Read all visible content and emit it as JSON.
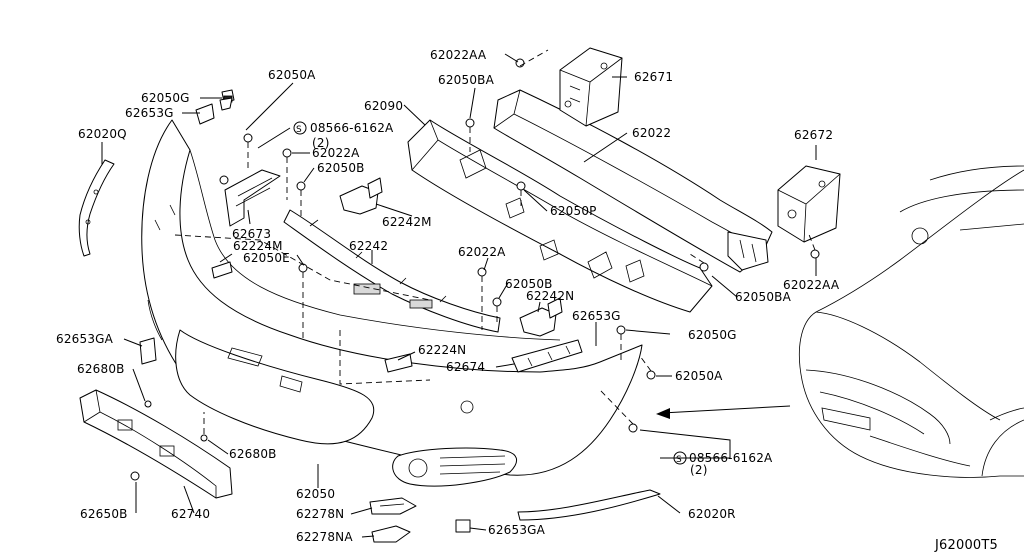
{
  "diagram_code": "J62000T5",
  "labels": {
    "p62050A_top": "62050A",
    "p62050G_top": "62050G",
    "p62653G_top": "62653G",
    "p62020Q": "62020Q",
    "p08566_top": "08566-6162A",
    "p08566_top_qty": "(2)",
    "p62022A_top": "62022A",
    "p62050B_top": "62050B",
    "p62673": "62673",
    "p62224M": "62224M",
    "p62050E": "62050E",
    "p62090": "62090",
    "p62022AA_top": "62022AA",
    "p62050BA_top": "62050BA",
    "p62671": "62671",
    "p62022": "62022",
    "p62672": "62672",
    "p62242M": "62242M",
    "p62050P": "62050P",
    "p62242": "62242",
    "p62022A_mid": "62022A",
    "p62050B_mid": "62050B",
    "p62242N": "62242N",
    "p62653G_mid": "62653G",
    "p62050G_mid": "62050G",
    "p62050BA_right": "62050BA",
    "p62022AA_right": "62022AA",
    "p62653GA_left": "62653GA",
    "p62224N": "62224N",
    "p62674": "62674",
    "p62050A_right": "62050A",
    "p62680B_top": "62680B",
    "p62680B_mid": "62680B",
    "p08566_bot": "08566-6162A",
    "p08566_bot_qty": "(2)",
    "p62050": "62050",
    "p62650B": "62650B",
    "p62740": "62740",
    "p62278N": "62278N",
    "p62278NA": "62278NA",
    "p62653GA_bot": "62653GA",
    "p62020R": "62020R"
  }
}
